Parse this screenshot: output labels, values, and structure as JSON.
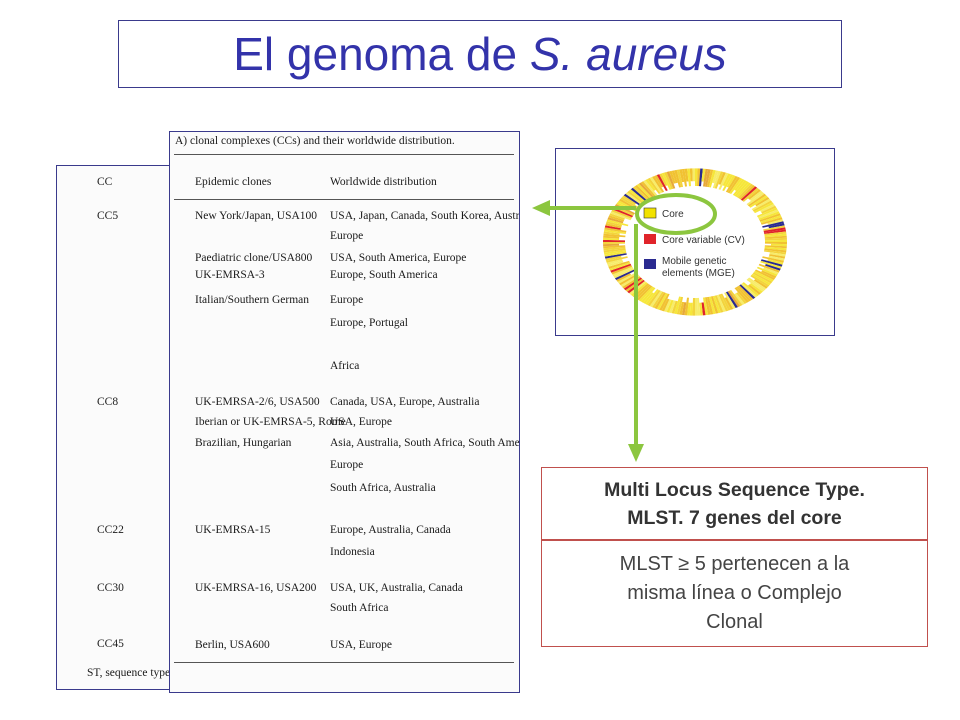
{
  "title": {
    "prefix": "El genoma de ",
    "species": "S. aureus"
  },
  "table": {
    "caption": "A) clonal complexes (CCs) and their worldwide distribution.",
    "headers": {
      "cc": "CC",
      "clones": "Epidemic clones",
      "distribution": "Worldwide distribution"
    },
    "cc_labels": [
      "CC5",
      "CC8",
      "CC22",
      "CC30",
      "CC45"
    ],
    "clone_lines": [
      "New York/Japan, USA100",
      "Paediatric clone/USA800",
      "UK-EMRSA-3",
      "Italian/Southern German",
      "UK-EMRSA-2/6, USA500",
      "Iberian or UK-EMRSA-5, Rome",
      "Brazilian, Hungarian",
      "UK-EMRSA-15",
      "UK-EMRSA-16, USA200",
      "Berlin, USA600"
    ],
    "distribution_lines": [
      "USA, Japan, Canada, South Korea, Australia,",
      "Europe",
      "USA, South America, Europe",
      "Europe, South America",
      "Europe",
      "Europe, Portugal",
      "Africa",
      "Canada, USA, Europe, Australia",
      "USA, Europe",
      "Asia, Australia, South Africa, South America,",
      "Europe",
      "South Africa, Australia",
      "Europe, Australia, Canada",
      "Indonesia",
      "USA, UK, Australia, Canada",
      "South Africa",
      "USA, Europe"
    ],
    "footer": "ST, sequence type"
  },
  "genome_legend": [
    {
      "label": "Core",
      "color": "#f2e200"
    },
    {
      "label": "Core variable (CV)",
      "color": "#e0242a"
    },
    {
      "label": "Mobile genetic",
      "label2": "elements (MGE)",
      "color": "#2a2a90"
    }
  ],
  "mlst": {
    "title_line1": "Multi Locus Sequence Type.",
    "title_line2": "MLST.  7 genes del core",
    "body_line1": "MLST ≥ 5 pertenecen a la",
    "body_line2": "misma línea o Complejo",
    "body_line3": "Clonal"
  },
  "colors": {
    "title": "#3333aa",
    "arrow": "#8cc63f",
    "mlst_border": "#c0504d",
    "highlight_ellipse": "#8cc63f"
  }
}
